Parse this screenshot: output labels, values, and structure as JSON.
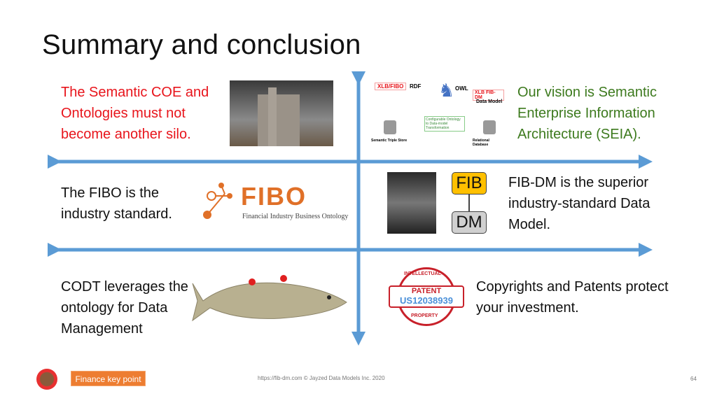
{
  "title": "Summary and conclusion",
  "quadrants": {
    "silo": "The Semantic COE and Ontologies must not become another silo.",
    "vision": "Our vision is Semantic Enterprise Information Architecture (SEIA).",
    "fibo": "The FIBO is the industry standard.",
    "fibdm": "FIB-DM is the superior industry-standard Data Model.",
    "codt": "CODT leverages the ontology for Data Management",
    "patents": "Copyrights and Patents protect your investment."
  },
  "diagram": {
    "xlb_fibo": "XLB/FIBO",
    "rdf": "RDF",
    "owl": "OWL",
    "xlb_fibdm": "XLB FIB-DM",
    "data_model": "Data Model",
    "transform": "Configurable Ontology to Data-model Transformation",
    "triple_store": "Semantic Triple Store",
    "relational_db": "Relational Database"
  },
  "fibo_logo": {
    "name": "FIBO",
    "subtitle": "Financial Industry Business Ontology"
  },
  "fibdm_logo": {
    "top": "FIB",
    "bottom": "DM"
  },
  "stamp": {
    "top": "INTELLECTUAL",
    "label": "PATENT",
    "number": "US12038939",
    "bottom": "PROPERTY"
  },
  "footer": {
    "button": "Finance key point",
    "copyright": "https://fib-dm.com © Jayzed Data Models Inc. 2020",
    "page": "64"
  },
  "colors": {
    "arrow": "#5b9bd5",
    "red": "#e8141b",
    "green": "#3d7a1e",
    "orange": "#ed7d31",
    "fibo": "#e07028"
  }
}
